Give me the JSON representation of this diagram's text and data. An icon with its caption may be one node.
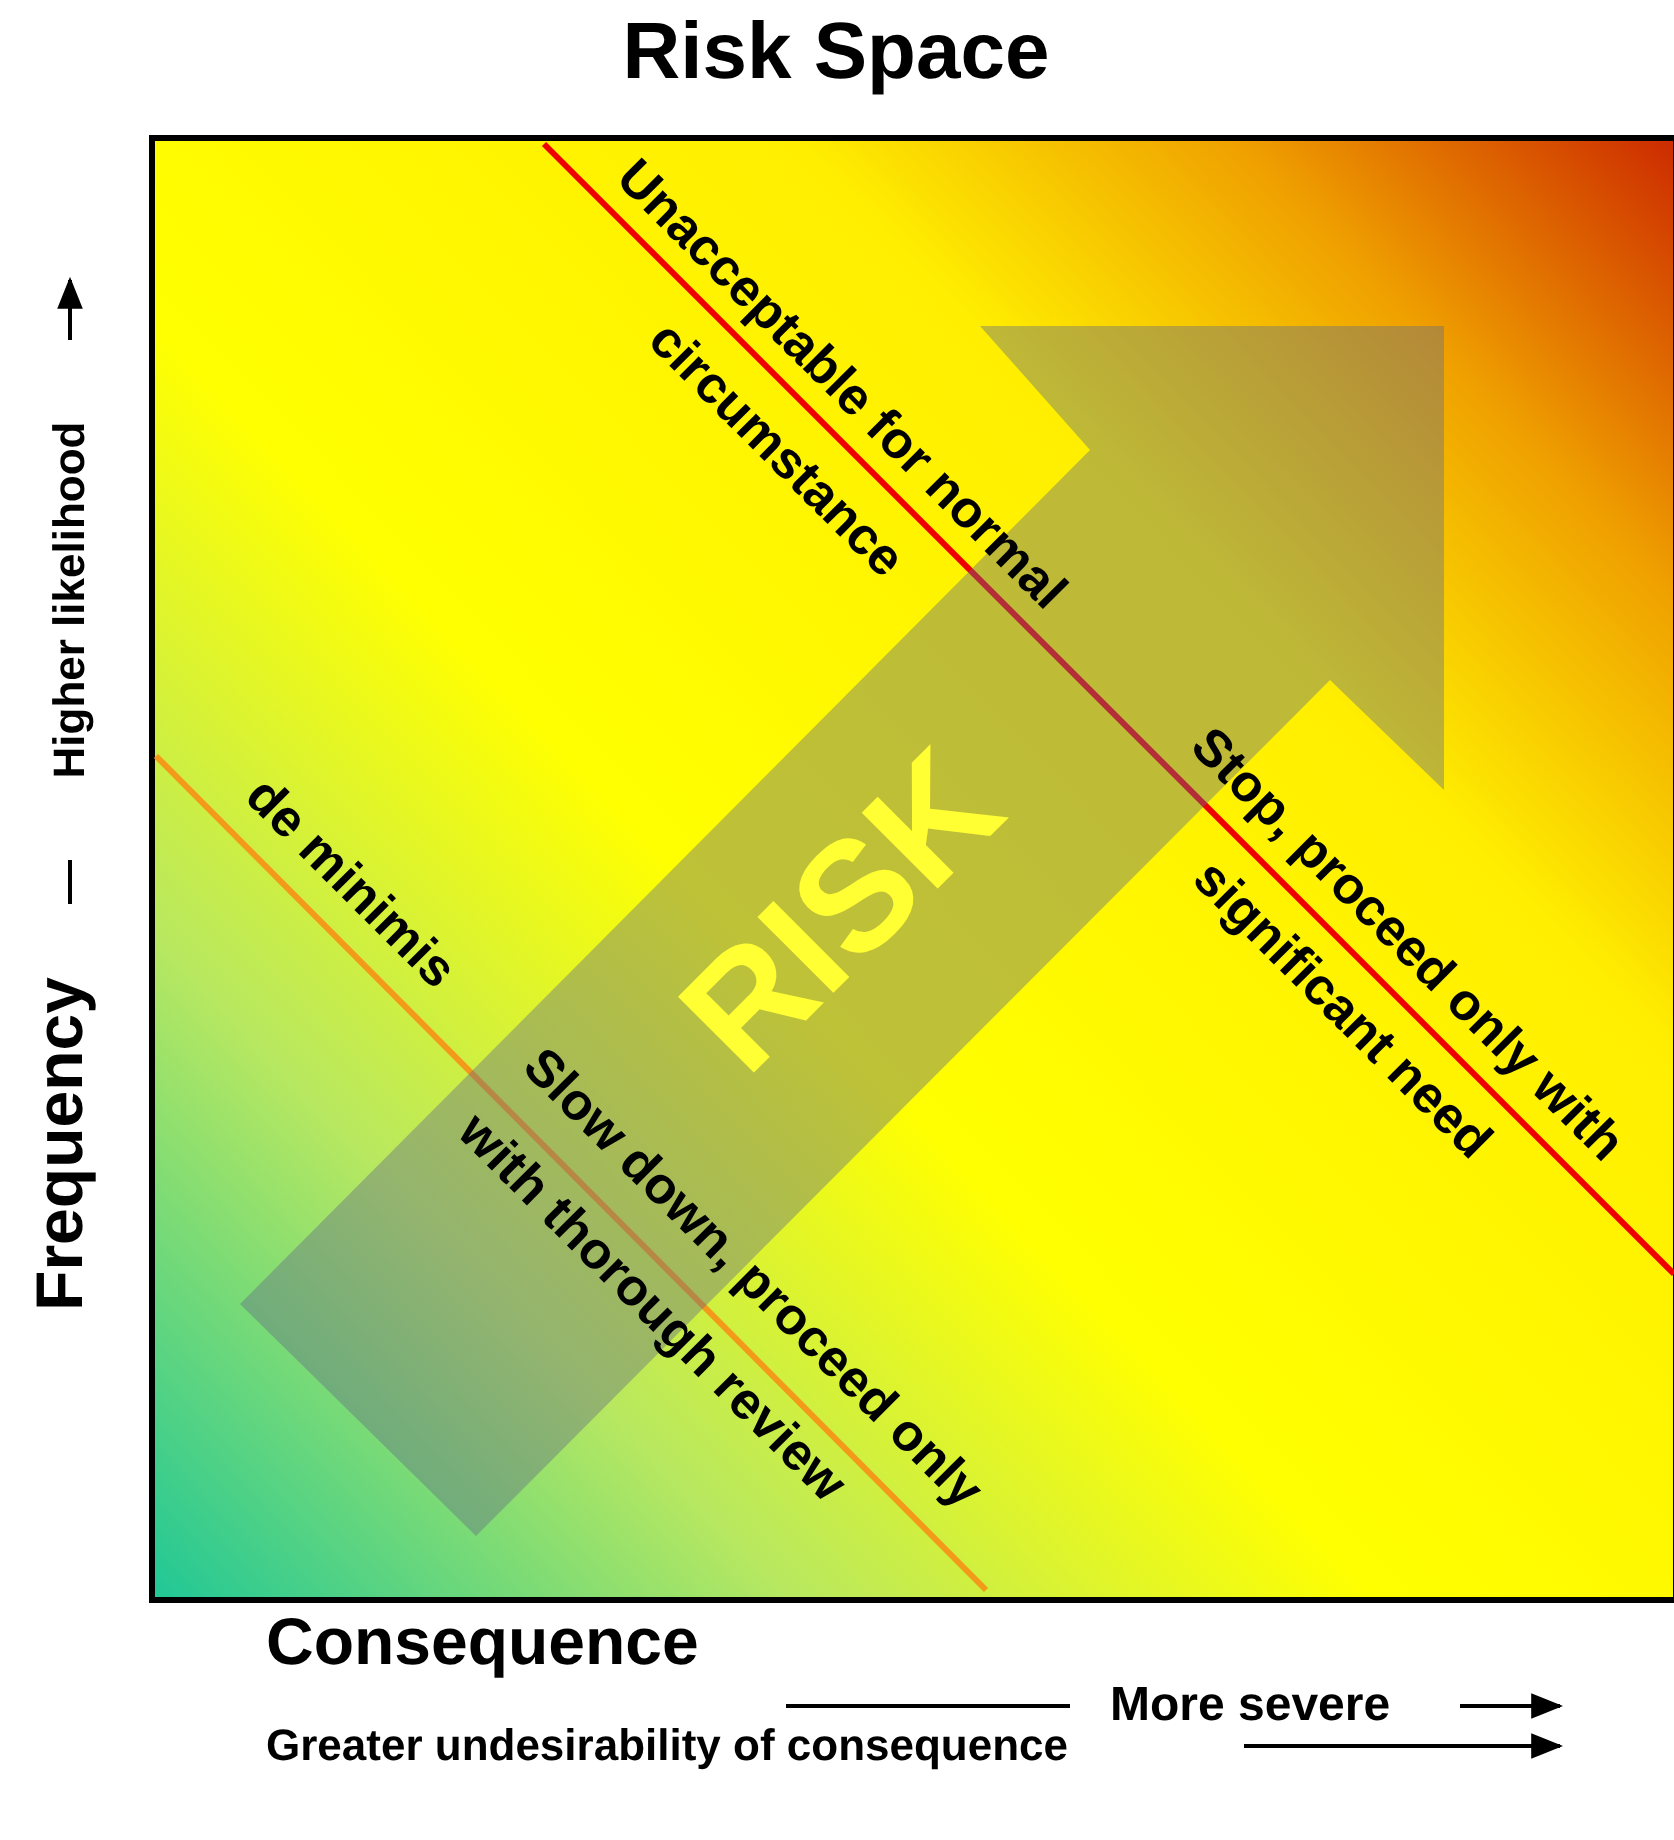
{
  "diagram": {
    "title": "Risk Space",
    "nodes": [
      {
        "text": [
          "RISK"
        ]
      }
    ],
    "labels": [
      "Unacceptable for normal circumstance",
      "Stop, proceed only with significant need",
      "de minimis",
      "Slow down, proceed only with thorough review",
      "Frequency",
      "Higher likelihood",
      "Consequence",
      "More severe",
      "Greater undesirability of consequence"
    ]
  }
}
